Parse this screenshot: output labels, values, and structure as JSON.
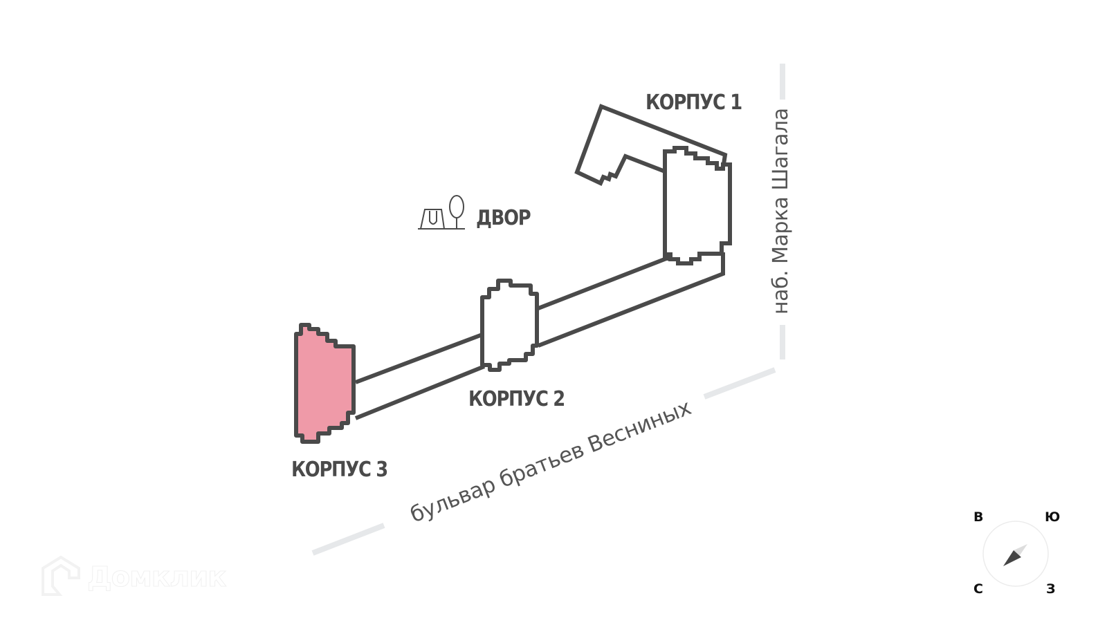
{
  "map": {
    "buildings": [
      {
        "id": "korpus-1",
        "label": "КОРПУС 1",
        "selected": false
      },
      {
        "id": "korpus-2",
        "label": "КОРПУС 2",
        "selected": false
      },
      {
        "id": "korpus-3",
        "label": "КОРПУС 3",
        "selected": true
      }
    ],
    "courtyard": {
      "label": "ДВОР",
      "icon": "playground-tree-icon"
    },
    "streets": [
      {
        "name": "наб. Марка Шагала"
      },
      {
        "name": "бульвар братьев Весниных"
      }
    ],
    "compass": {
      "top_left": "В",
      "top_right": "Ю",
      "bottom_left": "С",
      "bottom_right": "З"
    },
    "watermark": {
      "text": "Домклик"
    },
    "colors": {
      "outline": "#4a4a4a",
      "selected_fill": "#ef9aa8",
      "road": "#e6e8ea",
      "street_text": "#555555"
    }
  }
}
